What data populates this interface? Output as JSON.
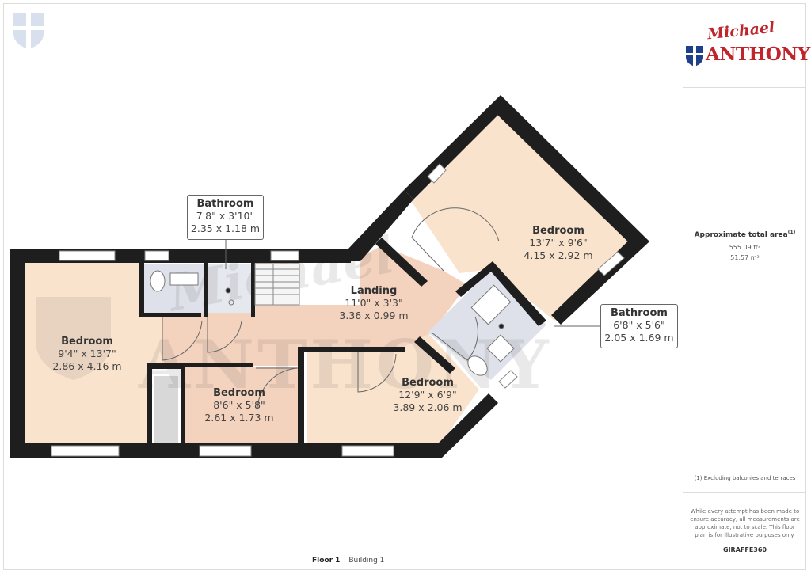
{
  "branding": {
    "script_text": "Michael",
    "name_text": "ANTHONY",
    "brand_color": "#c0252b",
    "watermark_icon": "shield-cross-icon"
  },
  "rooms": [
    {
      "name": "Bedroom",
      "imperial": "9'4\" x 13'7\"",
      "metric": "2.86 x 4.16 m"
    },
    {
      "name": "Bedroom",
      "imperial": "8'6\" x 5'8\"",
      "metric": "2.61 x 1.73 m"
    },
    {
      "name": "Bedroom",
      "imperial": "12'9\" x 6'9\"",
      "metric": "3.89 x 2.06 m"
    },
    {
      "name": "Bedroom",
      "imperial": "13'7\" x 9'6\"",
      "metric": "4.15 x 2.92 m"
    },
    {
      "name": "Landing",
      "imperial": "11'0\" x 3'3\"",
      "metric": "3.36 x 0.99 m"
    }
  ],
  "callouts": [
    {
      "name": "Bathroom",
      "imperial": "7'8\" x 3'10\"",
      "metric": "2.35 x 1.18 m"
    },
    {
      "name": "Bathroom",
      "imperial": "6'8\" x 5'6\"",
      "metric": "2.05 x 1.69 m"
    }
  ],
  "summary": {
    "area_title": "Approximate total area",
    "area_superscript": "(1)",
    "area_ft": "555.09 ft²",
    "area_m": "51.57 m²",
    "excluding_note": "(1) Excluding balconies and terraces",
    "disclaimer": "While every attempt has been made to ensure accuracy, all measurements are approximate, not to scale. This floor plan is for illustrative purposes only.",
    "provider": "GIRAFFE360"
  },
  "footer": {
    "floor": "Floor 1",
    "building": "Building 1"
  },
  "colors": {
    "room_fill": "#fae3cc",
    "landing_fill": "#f3d2be",
    "bath_fill": "#dfe1ea",
    "wall": "#1e1e1e"
  }
}
